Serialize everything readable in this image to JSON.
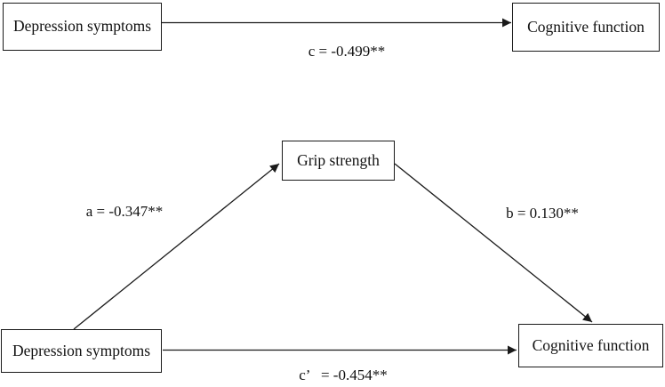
{
  "colors": {
    "background": "#ffffff",
    "line": "#1a1a1a",
    "text": "#111111"
  },
  "total_effect_model": {
    "predictor_box": "Depression symptoms",
    "outcome_box": "Cognitive function",
    "path_c_label": "c = -0.499**"
  },
  "mediation_model": {
    "predictor_box": "Depression symptoms",
    "mediator_box": "Grip strength",
    "outcome_box": "Cognitive function",
    "path_a_label": "a = -0.347**",
    "path_b_label": "b = 0.130**",
    "path_c_prime_label": "c’   = -0.454**"
  }
}
